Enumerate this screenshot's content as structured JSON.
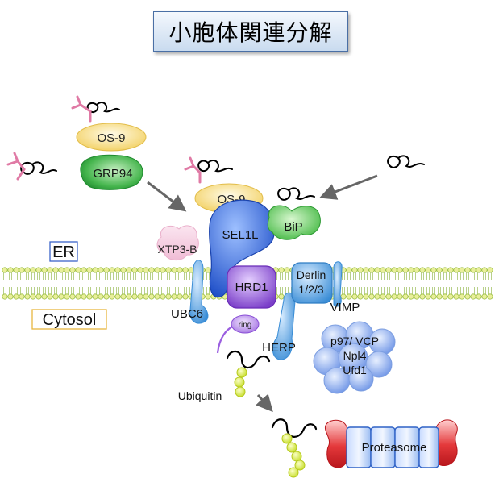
{
  "title": "小胞体関連分解",
  "labels": {
    "er": "ER",
    "cytosol": "Cytosol",
    "os9_top": "OS-9",
    "grp94": "GRP94",
    "os9_mid": "OS-9",
    "bip": "BiP",
    "sel1l": "SEL1L",
    "xtp3b": "XTP3-B",
    "hrd1": "HRD1",
    "derlin_line1": "Derlin",
    "derlin_line2": "1/2/3",
    "ubc6": "UBC6",
    "ring": "ring",
    "herp": "HERP",
    "vimp": "VIMP",
    "vcp_line1": "p97/ VCP",
    "vcp_line2": "Npl4",
    "vcp_line3": "Ufd1",
    "ubiquitin": "Ubiquitin",
    "proteasome": "Proteasome"
  },
  "colors": {
    "os9": "#f5d77a",
    "grp94": "#3fae49",
    "bip": "#4cc24a",
    "sel1l": "#2f5fd0",
    "hrd1": "#8c4fd0",
    "derlin": "#4a9bd6",
    "ubiquitin": "#d4e83a",
    "proteasome": "#e0353a",
    "proteasome_core": "#3d74d4",
    "er_label_border": "#3b63c9",
    "cytosol_label_border": "#e8b640"
  }
}
